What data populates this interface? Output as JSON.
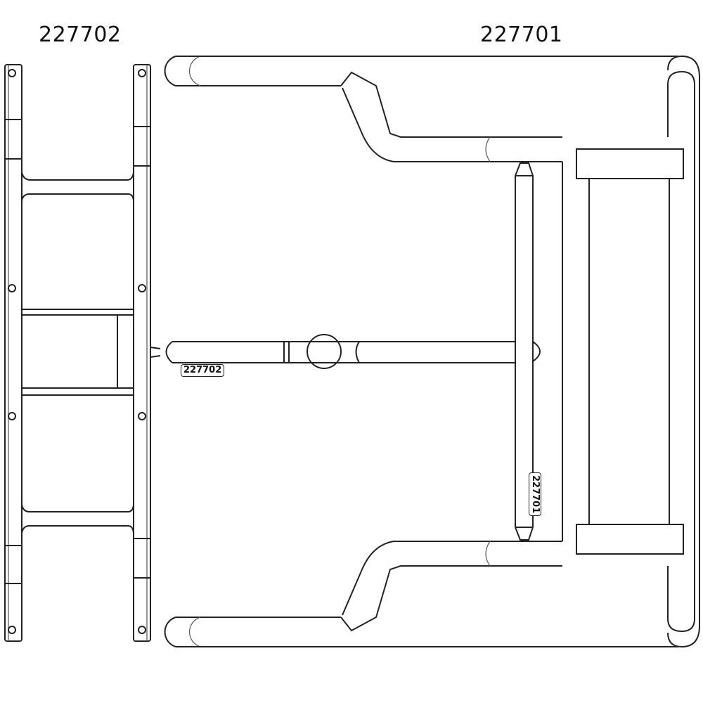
{
  "labels": {
    "left_part": "227702",
    "right_part": "227701"
  },
  "callouts": {
    "rod_tag": "227702",
    "crossbar_tag": "227701"
  }
}
